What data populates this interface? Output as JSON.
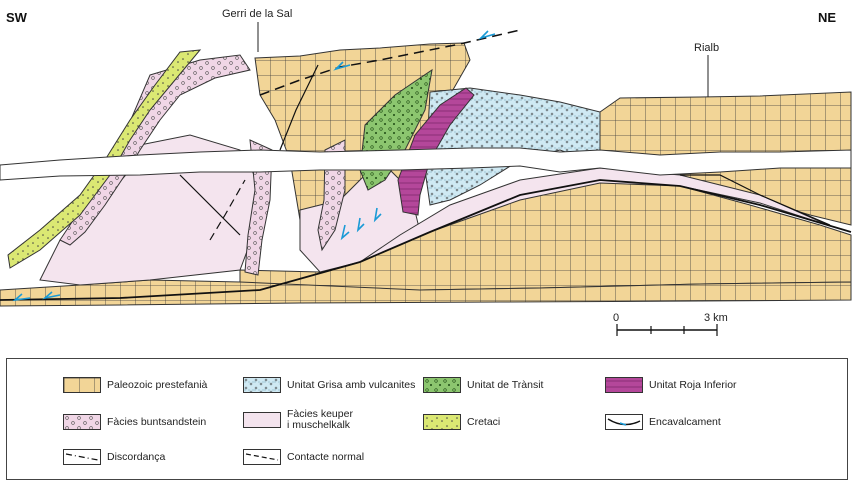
{
  "section": {
    "corner_left": "SW",
    "corner_right": "NE",
    "place_gerri": "Gerri de la Sal",
    "place_rialb": "Rialb",
    "scale_start": "0",
    "scale_end": "3 km"
  },
  "colors": {
    "paleozoic": "#f2d597",
    "buntsandstein": "#f0d6e6",
    "keuper": "#f4e4ee",
    "grisa": "#cfe9f3",
    "transit": "#8cc66f",
    "roja": "#b4479a",
    "cretaci": "#dbe873",
    "thrust": "#1a9ad6"
  },
  "legend": [
    {
      "id": "paleozoic",
      "label": "Paleozoic prestefanià",
      "icon": "grid-swatch"
    },
    {
      "id": "grisa",
      "label": "Unitat Grisa amb vulcanites",
      "icon": "dotted-blue-swatch"
    },
    {
      "id": "transit",
      "label": "Unitat de Trànsit",
      "icon": "green-swatch"
    },
    {
      "id": "roja",
      "label": "Unitat Roja Inferior",
      "icon": "purple-swatch"
    },
    {
      "id": "buntsandstein",
      "label": "Fàcies buntsandstein",
      "icon": "pink-dotted-swatch"
    },
    {
      "id": "keuper",
      "label_line1": "Fàcies keuper",
      "label_line2": "i muschelkalk",
      "icon": "pink-swatch"
    },
    {
      "id": "cretaci",
      "label": "Cretaci",
      "icon": "yellow-green-swatch"
    },
    {
      "id": "encavalcament",
      "label": "Encavalcament",
      "icon": "thrust-line-icon"
    },
    {
      "id": "discordanca",
      "label": "Discordança",
      "icon": "dash-dot-line-icon"
    },
    {
      "id": "contacte",
      "label": "Contacte normal",
      "icon": "dashed-line-icon"
    }
  ]
}
